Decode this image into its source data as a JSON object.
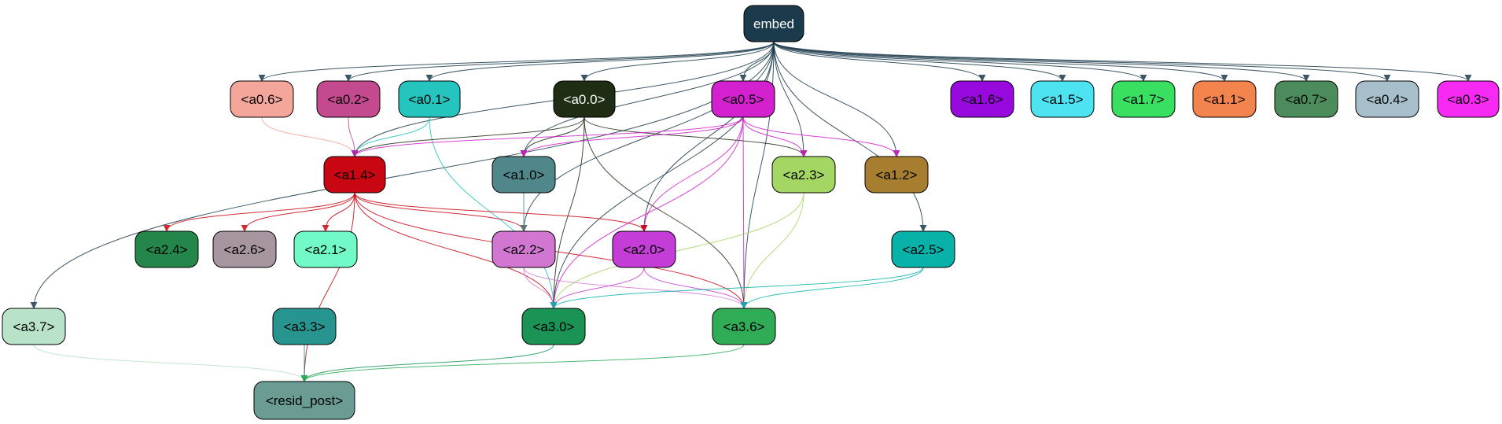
{
  "nodes": [
    {
      "id": "embed",
      "label": "embed",
      "fill": "#1b3a4b",
      "text": "#ffffff"
    },
    {
      "id": "a06",
      "label": "<a0.6>",
      "fill": "#f4a69b",
      "text": "#000000"
    },
    {
      "id": "a02",
      "label": "<a0.2>",
      "fill": "#c44a90",
      "text": "#000000"
    },
    {
      "id": "a01",
      "label": "<a0.1>",
      "fill": "#25c4bf",
      "text": "#000000"
    },
    {
      "id": "a00",
      "label": "<a0.0>",
      "fill": "#1f2d14",
      "text": "#ffffff"
    },
    {
      "id": "a05",
      "label": "<a0.5>",
      "fill": "#d321cf",
      "text": "#000000"
    },
    {
      "id": "a16",
      "label": "<a1.6>",
      "fill": "#9809de",
      "text": "#000000"
    },
    {
      "id": "a15",
      "label": "<a1.5>",
      "fill": "#4de3f1",
      "text": "#000000"
    },
    {
      "id": "a17",
      "label": "<a1.7>",
      "fill": "#38df61",
      "text": "#000000"
    },
    {
      "id": "a11",
      "label": "<a1.1>",
      "fill": "#f4844d",
      "text": "#000000"
    },
    {
      "id": "a07",
      "label": "<a0.7>",
      "fill": "#4c8c5c",
      "text": "#000000"
    },
    {
      "id": "a04",
      "label": "<a0.4>",
      "fill": "#a7bfca",
      "text": "#000000"
    },
    {
      "id": "a03",
      "label": "<a0.3>",
      "fill": "#f62af3",
      "text": "#000000"
    },
    {
      "id": "a14",
      "label": "<a1.4>",
      "fill": "#c90712",
      "text": "#000000"
    },
    {
      "id": "a10",
      "label": "<a1.0>",
      "fill": "#4f878a",
      "text": "#000000"
    },
    {
      "id": "a23",
      "label": "<a2.3>",
      "fill": "#a3d663",
      "text": "#000000"
    },
    {
      "id": "a12",
      "label": "<a1.2>",
      "fill": "#a77d30",
      "text": "#000000"
    },
    {
      "id": "a24",
      "label": "<a2.4>",
      "fill": "#24864a",
      "text": "#000000"
    },
    {
      "id": "a26",
      "label": "<a2.6>",
      "fill": "#a7969f",
      "text": "#000000"
    },
    {
      "id": "a21",
      "label": "<a2.1>",
      "fill": "#71fac7",
      "text": "#000000"
    },
    {
      "id": "a22",
      "label": "<a2.2>",
      "fill": "#d277d1",
      "text": "#000000"
    },
    {
      "id": "a20",
      "label": "<a2.0>",
      "fill": "#c43dd6",
      "text": "#000000"
    },
    {
      "id": "a25",
      "label": "<a2.5>",
      "fill": "#08b2a9",
      "text": "#000000"
    },
    {
      "id": "a37",
      "label": "<a3.7>",
      "fill": "#b8e3c8",
      "text": "#000000"
    },
    {
      "id": "a33",
      "label": "<a3.3>",
      "fill": "#27948f",
      "text": "#000000"
    },
    {
      "id": "a30",
      "label": "<a3.0>",
      "fill": "#1a9355",
      "text": "#000000"
    },
    {
      "id": "a36",
      "label": "<a3.6>",
      "fill": "#30ac57",
      "text": "#000000"
    },
    {
      "id": "resid",
      "label": "<resid_post>",
      "fill": "#6a9c93",
      "text": "#000000"
    }
  ],
  "edges": [
    {
      "from": "embed",
      "to": "a06",
      "color": "#1b3a4b"
    },
    {
      "from": "embed",
      "to": "a02",
      "color": "#1b3a4b"
    },
    {
      "from": "embed",
      "to": "a01",
      "color": "#1b3a4b"
    },
    {
      "from": "embed",
      "to": "a00",
      "color": "#1b3a4b"
    },
    {
      "from": "embed",
      "to": "a05",
      "color": "#1b3a4b"
    },
    {
      "from": "embed",
      "to": "a16",
      "color": "#1b3a4b"
    },
    {
      "from": "embed",
      "to": "a15",
      "color": "#1b3a4b"
    },
    {
      "from": "embed",
      "to": "a17",
      "color": "#1b3a4b"
    },
    {
      "from": "embed",
      "to": "a11",
      "color": "#1b3a4b"
    },
    {
      "from": "embed",
      "to": "a07",
      "color": "#1b3a4b"
    },
    {
      "from": "embed",
      "to": "a04",
      "color": "#1b3a4b"
    },
    {
      "from": "embed",
      "to": "a03",
      "color": "#1b3a4b"
    },
    {
      "from": "embed",
      "to": "a14",
      "color": "#1b3a4b"
    },
    {
      "from": "embed",
      "to": "a10",
      "color": "#1b3a4b"
    },
    {
      "from": "embed",
      "to": "a23",
      "color": "#1b3a4b"
    },
    {
      "from": "embed",
      "to": "a12",
      "color": "#1b3a4b"
    },
    {
      "from": "embed",
      "to": "a22",
      "color": "#1b3a4b"
    },
    {
      "from": "embed",
      "to": "a20",
      "color": "#1b3a4b"
    },
    {
      "from": "embed",
      "to": "a25",
      "color": "#1b3a4b"
    },
    {
      "from": "embed",
      "to": "a37",
      "color": "#1b3a4b"
    },
    {
      "from": "embed",
      "to": "a30",
      "color": "#1b3a4b"
    },
    {
      "from": "embed",
      "to": "a36",
      "color": "#1b3a4b"
    },
    {
      "from": "a06",
      "to": "a14",
      "color": "#f4a69b"
    },
    {
      "from": "a02",
      "to": "a14",
      "color": "#c44a90"
    },
    {
      "from": "a01",
      "to": "a14",
      "color": "#25c4bf"
    },
    {
      "from": "a01",
      "to": "a30",
      "color": "#25c4bf"
    },
    {
      "from": "a00",
      "to": "a14",
      "color": "#1f2d14"
    },
    {
      "from": "a00",
      "to": "a10",
      "color": "#1f2d14"
    },
    {
      "from": "a00",
      "to": "a23",
      "color": "#1f2d14"
    },
    {
      "from": "a00",
      "to": "a30",
      "color": "#1f2d14"
    },
    {
      "from": "a00",
      "to": "a36",
      "color": "#1f2d14"
    },
    {
      "from": "a05",
      "to": "a14",
      "color": "#d321cf"
    },
    {
      "from": "a05",
      "to": "a10",
      "color": "#d321cf"
    },
    {
      "from": "a05",
      "to": "a23",
      "color": "#d321cf"
    },
    {
      "from": "a05",
      "to": "a12",
      "color": "#d321cf"
    },
    {
      "from": "a05",
      "to": "a20",
      "color": "#d321cf"
    },
    {
      "from": "a05",
      "to": "a30",
      "color": "#d321cf"
    },
    {
      "from": "a05",
      "to": "a36",
      "color": "#d321cf"
    },
    {
      "from": "a14",
      "to": "a24",
      "color": "#c90712"
    },
    {
      "from": "a14",
      "to": "a26",
      "color": "#c90712"
    },
    {
      "from": "a14",
      "to": "a21",
      "color": "#c90712"
    },
    {
      "from": "a14",
      "to": "a22",
      "color": "#c90712"
    },
    {
      "from": "a14",
      "to": "a20",
      "color": "#c90712"
    },
    {
      "from": "a14",
      "to": "a30",
      "color": "#c90712"
    },
    {
      "from": "a14",
      "to": "a36",
      "color": "#c90712"
    },
    {
      "from": "a14",
      "to": "resid",
      "color": "#c90712"
    },
    {
      "from": "a10",
      "to": "a22",
      "color": "#4f878a"
    },
    {
      "from": "a23",
      "to": "a30",
      "color": "#a3d663"
    },
    {
      "from": "a23",
      "to": "a36",
      "color": "#a3d663"
    },
    {
      "from": "a22",
      "to": "a30",
      "color": "#d277d1"
    },
    {
      "from": "a22",
      "to": "a36",
      "color": "#d277d1"
    },
    {
      "from": "a20",
      "to": "a30",
      "color": "#c43dd6"
    },
    {
      "from": "a20",
      "to": "a36",
      "color": "#c43dd6"
    },
    {
      "from": "a25",
      "to": "a30",
      "color": "#08b2a9"
    },
    {
      "from": "a25",
      "to": "a36",
      "color": "#08b2a9"
    },
    {
      "from": "a37",
      "to": "resid",
      "color": "#b8e3c8"
    },
    {
      "from": "a33",
      "to": "resid",
      "color": "#27948f"
    },
    {
      "from": "a30",
      "to": "resid",
      "color": "#1a9355"
    },
    {
      "from": "a36",
      "to": "resid",
      "color": "#30ac57"
    }
  ]
}
